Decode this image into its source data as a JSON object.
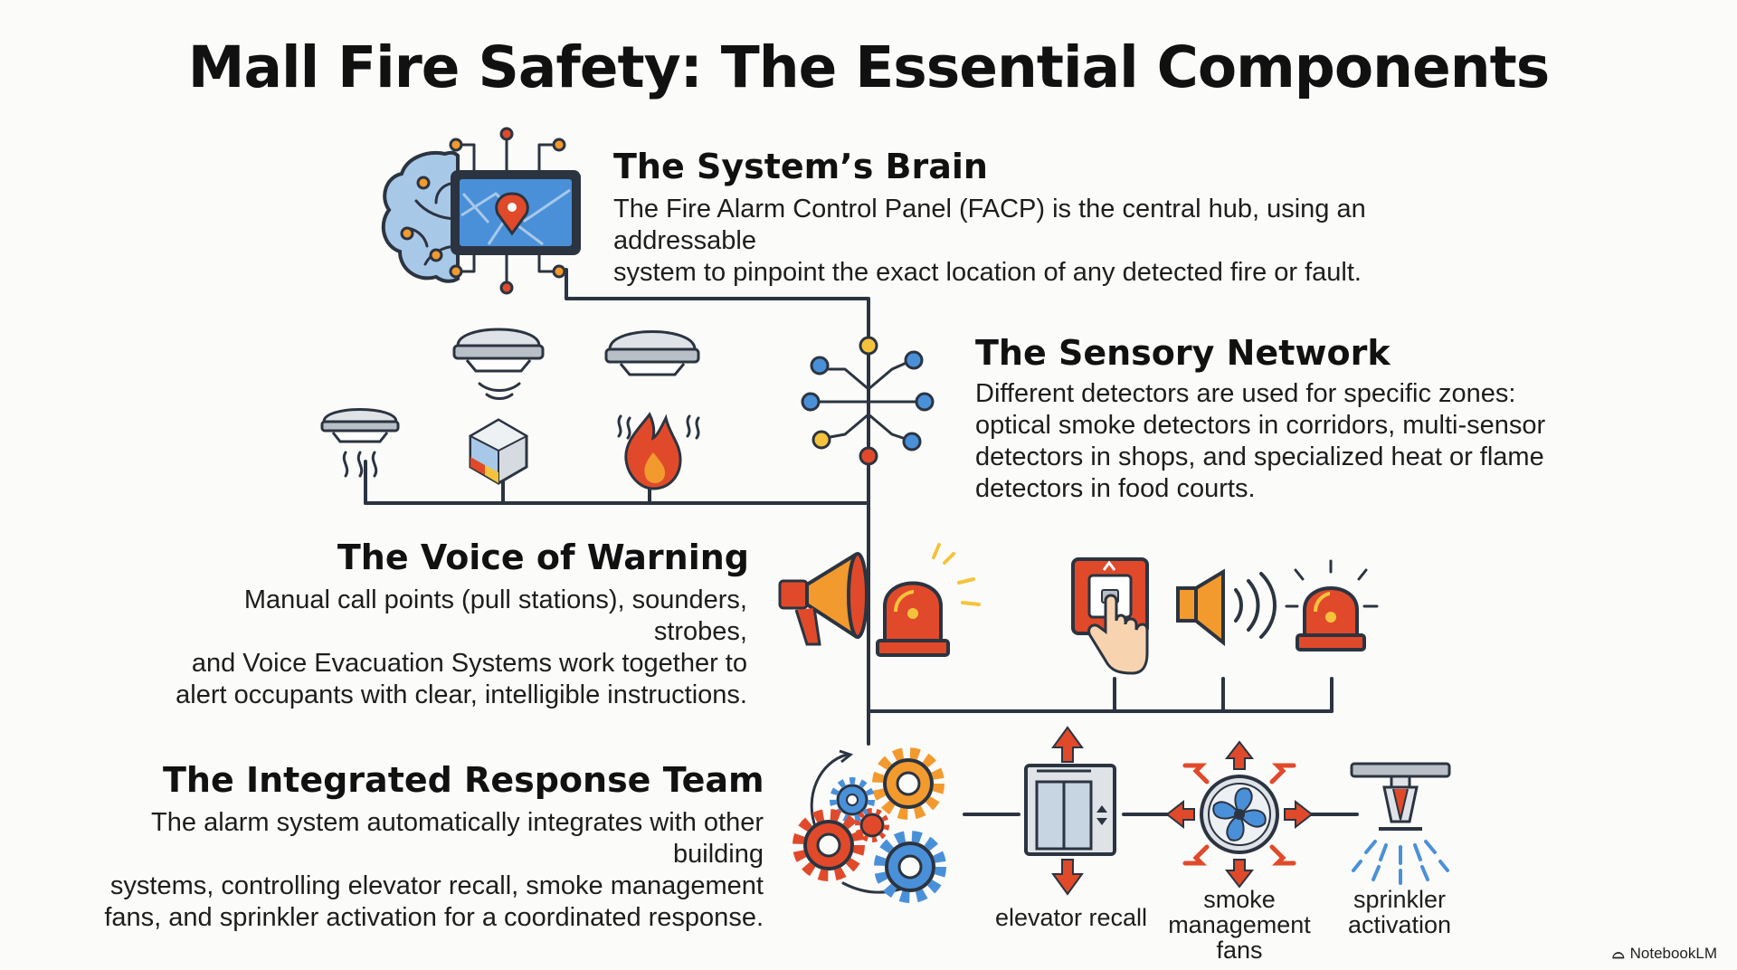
{
  "title": "Mall Fire Safety: The Essential Components",
  "sections": {
    "brain": {
      "title": "The System’s Brain",
      "body_lines": [
        "The Fire Alarm Control Panel (FACP) is the central hub, using an addressable",
        "system to pinpoint the exact location of any detected fire or fault."
      ]
    },
    "sensory": {
      "title": "The Sensory Network",
      "body_lines": [
        "Different detectors are used for specific zones:",
        "optical smoke detectors in corridors, multi-sensor",
        "detectors in shops, and specialized heat or flame",
        "detectors in food courts."
      ]
    },
    "voice": {
      "title": "The Voice of Warning",
      "body_lines": [
        "Manual call points (pull stations), sounders, strobes,",
        "and Voice Evacuation Systems work together to",
        "alert occupants with clear, intelligible instructions."
      ]
    },
    "response": {
      "title": "The Integrated Response Team",
      "body_lines": [
        "The alarm system automatically integrates with other building",
        "systems, controlling elevator recall, smoke management",
        "fans, and sprinkler activation for a coordinated response."
      ]
    }
  },
  "captions": {
    "elevator": "elevator recall",
    "fans": "smoke\nmanagement\nfans",
    "sprinkler": "sprinkler\nactivation"
  },
  "watermark": "NotebookLM",
  "colors": {
    "outline": "#2b3440",
    "blue": "#4a90d9",
    "light_blue": "#a8c8e8",
    "red": "#e04a2a",
    "orange": "#f29a2e",
    "yellow": "#f5c33b",
    "grey": "#b9bfc6"
  },
  "icons": [
    "brain-icon",
    "control-panel-icon",
    "location-pin-icon",
    "network-hub-icon",
    "smoke-detector-icon",
    "multi-sensor-icon",
    "flame-detector-icon",
    "megaphone-icon",
    "beacon-icon",
    "call-point-icon",
    "speaker-icon",
    "strobe-icon",
    "gears-icon",
    "elevator-icon",
    "fan-icon",
    "sprinkler-icon"
  ]
}
